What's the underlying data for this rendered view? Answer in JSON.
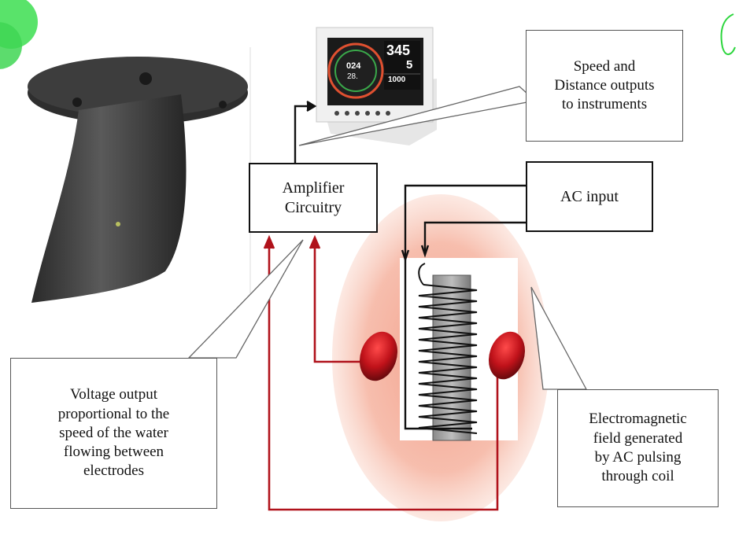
{
  "labels": {
    "speed_distance": "Speed and\nDistance outputs\nto instruments",
    "amplifier": "Amplifier\nCircuitry",
    "ac_input": "AC input",
    "voltage_output": "Voltage output\nproportional to the\nspeed of the water\nflowing between\nelectrodes",
    "em_field": "Electromagnetic\nfield generated\nby AC pulsing\nthrough coil"
  },
  "instrument_display": {
    "big_value": "345",
    "second_value": "5",
    "third_value": "1000",
    "dial_value": "024",
    "dial_sub": "28."
  },
  "colors": {
    "signal_line": "#b0121b",
    "field_glow": "#f3a48c",
    "electrode": "#c0121a",
    "sensor_body": "#3c3c3c",
    "wire": "#111111"
  }
}
